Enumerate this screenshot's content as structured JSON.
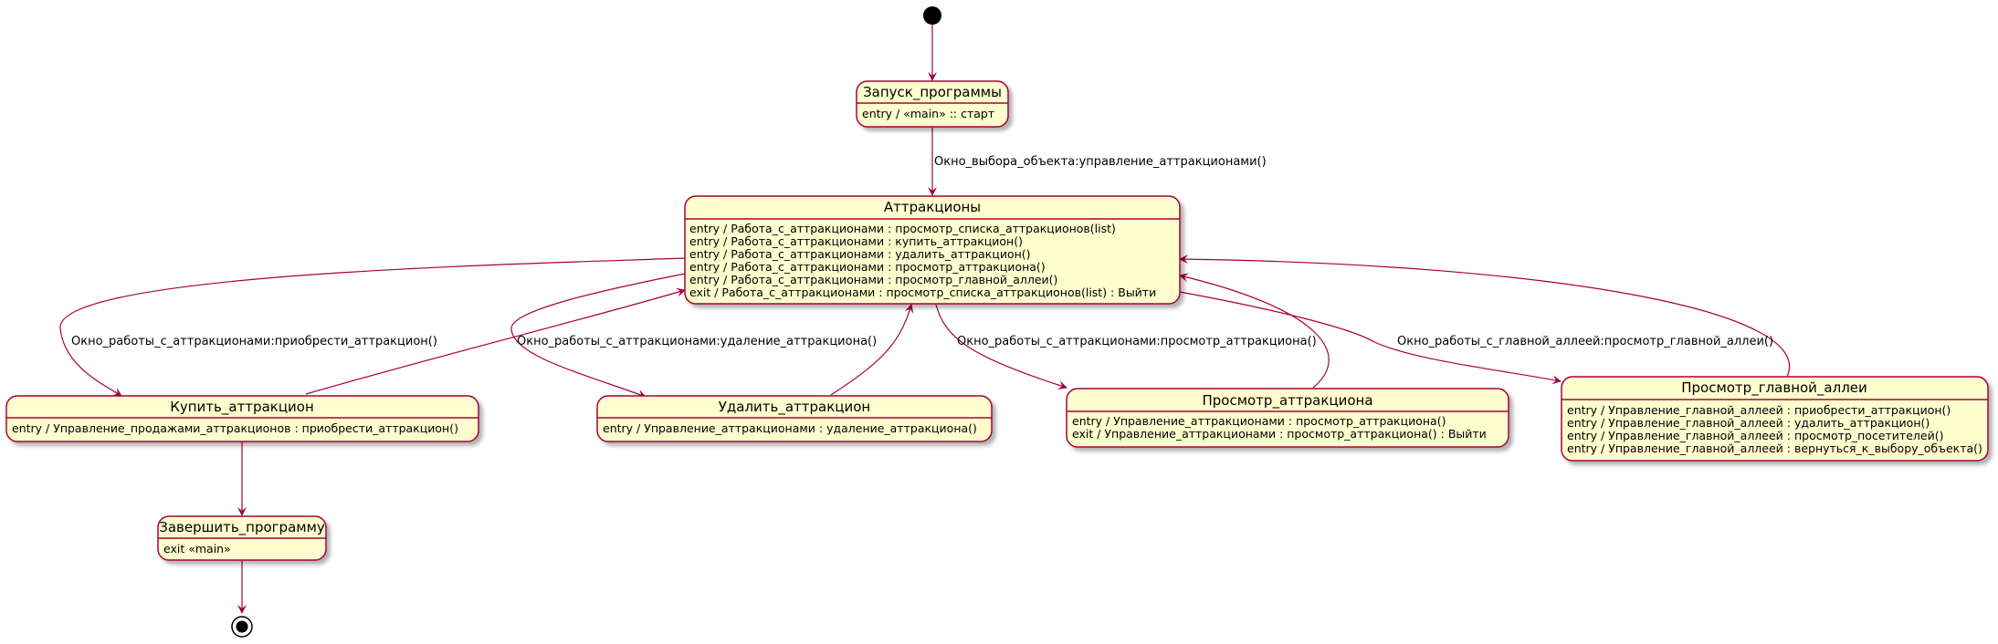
{
  "diagram": {
    "colors": {
      "state_fill": "#FEFECE",
      "state_border": "#A80036",
      "arrow": "#A80036",
      "text": "#000000"
    },
    "states": {
      "start": {
        "title": "Запуск_программы",
        "lines": [
          "entry / «main» :: старт"
        ]
      },
      "attractions": {
        "title": "Аттракционы",
        "lines": [
          "entry / Работа_с_аттракционами : просмотр_списка_аттракционов(list)",
          "entry / Работа_с_аттракционами : купить_аттракцион()",
          "entry / Работа_с_аттракционами : удалить_аттракцион()",
          "entry / Работа_с_аттракционами : просмотр_аттракциона()",
          "entry / Работа_с_аттракционами : просмотр_главной_аллеи()",
          "exit / Работа_с_аттракционами : просмотр_списка_аттракционов(list) : Выйти"
        ]
      },
      "buy": {
        "title": "Купить_аттракцион",
        "lines": [
          "entry / Управление_продажами_аттракционов : приобрести_аттракцион()"
        ]
      },
      "delete": {
        "title": "Удалить_аттракцион",
        "lines": [
          "entry / Управление_аттракционами : удаление_аттракциона()"
        ]
      },
      "view": {
        "title": "Просмотр_аттракциона",
        "lines": [
          "entry / Управление_аттракционами : просмотр_аттракциона()",
          "exit / Управление_аттракционами : просмотр_аттракциона() : Выйти"
        ]
      },
      "alley": {
        "title": "Просмотр_главной_аллеи",
        "lines": [
          "entry / Управление_главной_аллеей : приобрести_аттракцион()",
          "entry / Управление_главной_аллеей : удалить_аттракцион()",
          "entry / Управление_главной_аллеей : просмотр_посетителей()",
          "entry / Управление_главной_аллеей : вернуться_к_выбору_объекта()"
        ]
      },
      "finish": {
        "title": "Завершить_программу",
        "lines": [
          "exit «main»"
        ]
      }
    },
    "transitions": {
      "to_attractions": "Окно_выбора_объекта:управление_аттракционами()",
      "to_buy": "Окно_работы_с_аттракционами:приобрести_аттракцион()",
      "to_delete": "Окно_работы_с_аттракционами:удаление_аттракциона()",
      "to_view": "Окно_работы_с_аттракционами:просмотр_аттракциона()",
      "to_alley": "Окно_работы_с_главной_аллеей:просмотр_главной_аллеи()"
    }
  }
}
